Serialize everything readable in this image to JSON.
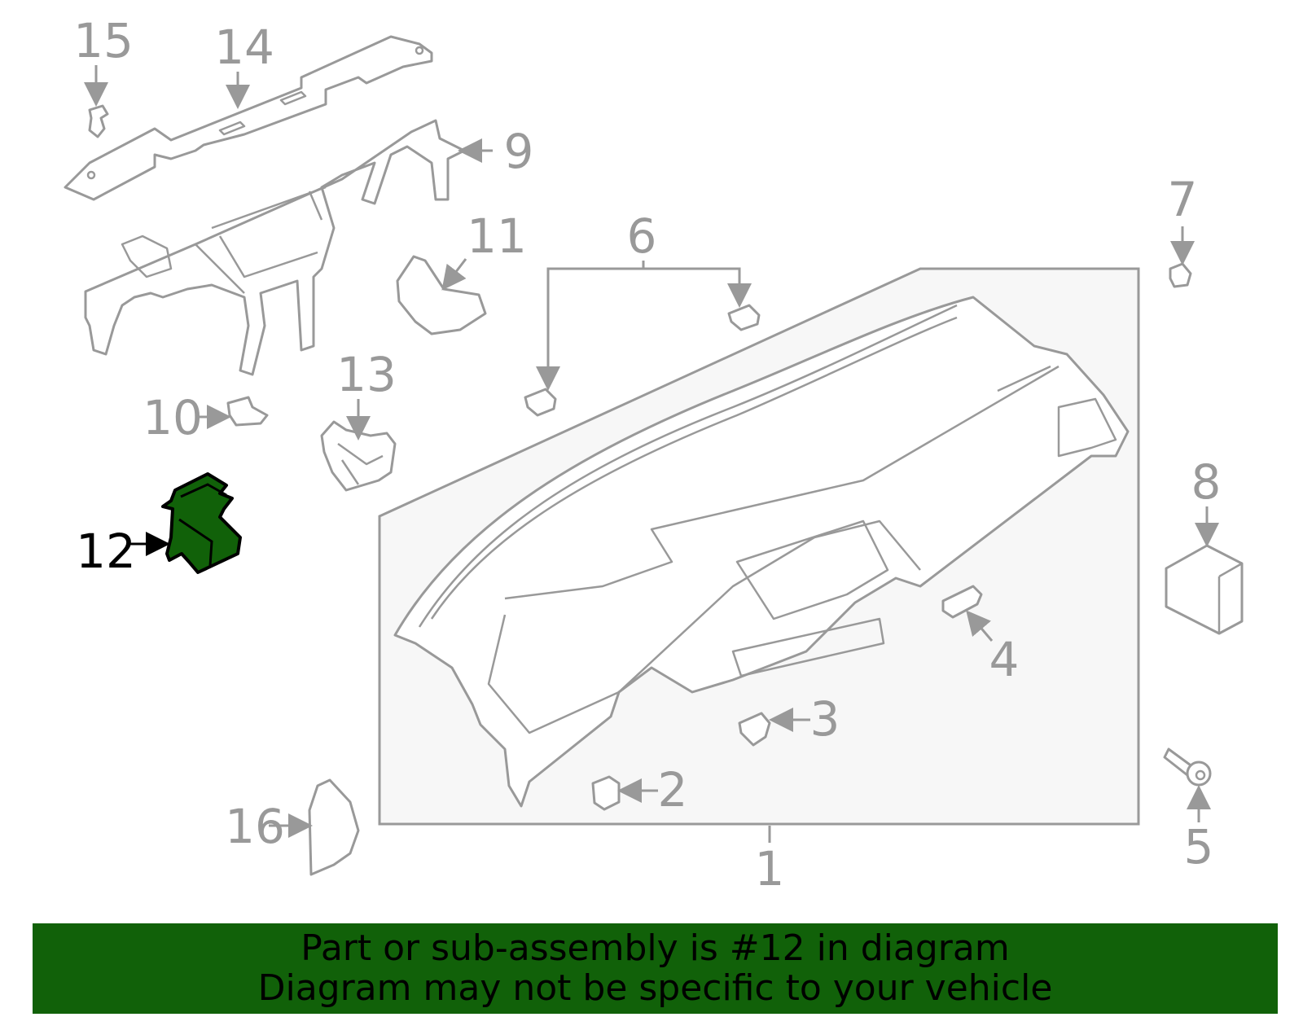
{
  "diagram": {
    "callouts": [
      "1",
      "2",
      "3",
      "4",
      "5",
      "6",
      "7",
      "8",
      "9",
      "10",
      "11",
      "12",
      "13",
      "14",
      "15",
      "16"
    ],
    "highlighted_part": "12",
    "highlight_color": "#116109",
    "line_color": "#999999",
    "panel_fill": "#f7f7f7"
  },
  "banner": {
    "line1": "Part or sub-assembly is #12 in diagram",
    "line2": "Diagram may not be specific to your vehicle",
    "background": "#116109"
  }
}
